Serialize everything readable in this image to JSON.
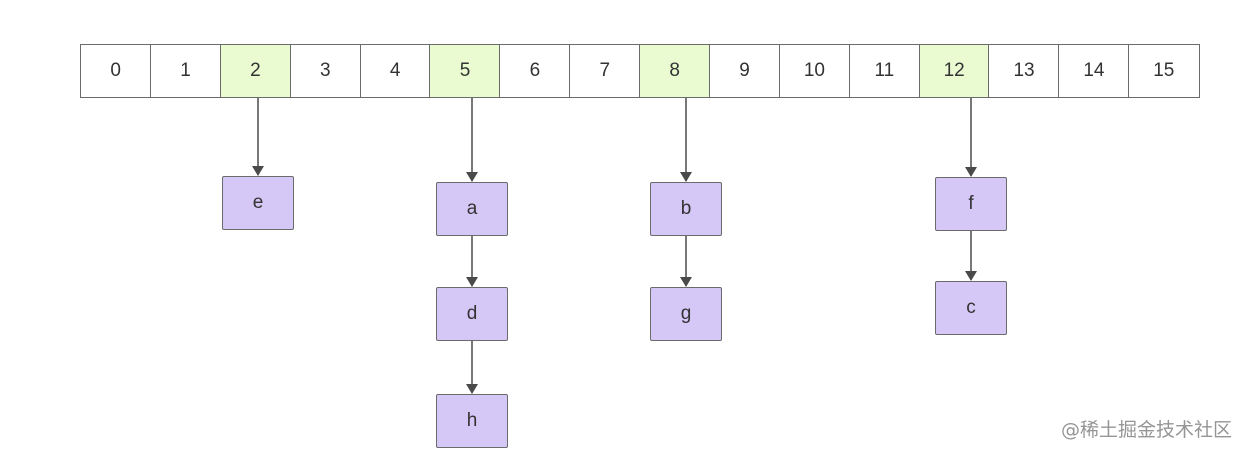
{
  "buckets": [
    {
      "label": "0",
      "occupied": false
    },
    {
      "label": "1",
      "occupied": false
    },
    {
      "label": "2",
      "occupied": true
    },
    {
      "label": "3",
      "occupied": false
    },
    {
      "label": "4",
      "occupied": false
    },
    {
      "label": "5",
      "occupied": true
    },
    {
      "label": "6",
      "occupied": false
    },
    {
      "label": "7",
      "occupied": false
    },
    {
      "label": "8",
      "occupied": true
    },
    {
      "label": "9",
      "occupied": false
    },
    {
      "label": "10",
      "occupied": false
    },
    {
      "label": "11",
      "occupied": false
    },
    {
      "label": "12",
      "occupied": true
    },
    {
      "label": "13",
      "occupied": false
    },
    {
      "label": "14",
      "occupied": false
    },
    {
      "label": "15",
      "occupied": false
    }
  ],
  "chains": [
    {
      "bucket": "2",
      "nodes": [
        "e"
      ]
    },
    {
      "bucket": "5",
      "nodes": [
        "a",
        "d",
        "h"
      ]
    },
    {
      "bucket": "8",
      "nodes": [
        "b",
        "g"
      ]
    },
    {
      "bucket": "12",
      "nodes": [
        "f",
        "c"
      ]
    }
  ],
  "watermark": "@稀土掘金技术社区",
  "colors": {
    "occupied_bucket": "#eafad1",
    "node_fill": "#d5c8f7",
    "border": "#6b6b6b",
    "arrow": "#4a4a4a"
  }
}
